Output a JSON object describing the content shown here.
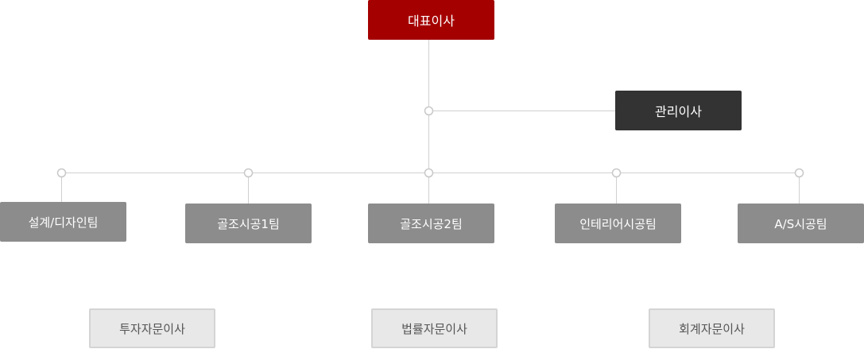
{
  "top": {
    "ceo_label": "대표이사"
  },
  "management": {
    "label": "관리이사"
  },
  "teams": [
    {
      "label": "설계/디자인팀"
    },
    {
      "label": "골조시공1팀"
    },
    {
      "label": "골조시공2팀"
    },
    {
      "label": "인테리어시공팀"
    },
    {
      "label": "A/S시공팀"
    }
  ],
  "advisors": [
    {
      "label": "투자자문이사"
    },
    {
      "label": "법률자문이사"
    },
    {
      "label": "회계자문이사"
    }
  ],
  "colors": {
    "ceo": "#a50000",
    "management": "#333333",
    "team": "#8c8c8c",
    "advisor": "#e8e8e8",
    "connector": "#d0d0d0"
  }
}
